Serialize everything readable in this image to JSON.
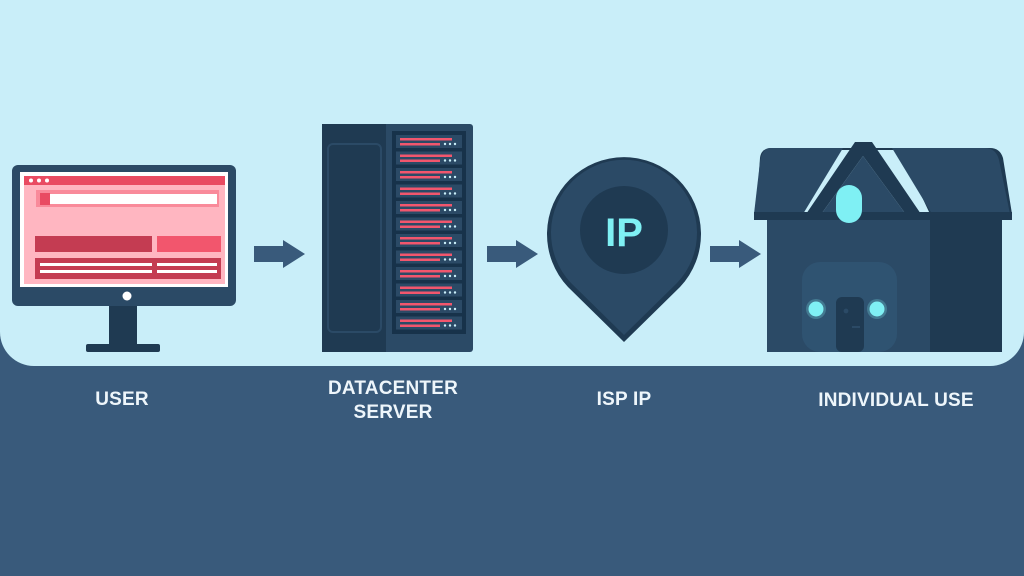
{
  "diagram": {
    "nodes": [
      {
        "id": "user",
        "label_lines": [
          "USER"
        ]
      },
      {
        "id": "datacenter-server",
        "label_lines": [
          "DATACENTER",
          "SERVER"
        ]
      },
      {
        "id": "isp-ip",
        "label_lines": [
          "ISP IP"
        ],
        "badge": "IP"
      },
      {
        "id": "individual-use",
        "label_lines": [
          "INDIVIDUAL USE"
        ]
      }
    ],
    "edges": [
      {
        "from": "user",
        "to": "datacenter-server"
      },
      {
        "from": "datacenter-server",
        "to": "isp-ip"
      },
      {
        "from": "isp-ip",
        "to": "individual-use"
      }
    ],
    "icons": [
      "monitor-icon",
      "server-rack-icon",
      "location-pin-icon",
      "house-icon"
    ],
    "colors": {
      "background_top": "#c9eef9",
      "background_bottom": "#395a7b",
      "icon_dark": "#2b4a66",
      "icon_darker": "#1f3a52",
      "accent_pink": "#f2566d",
      "glow": "#7ff0f4",
      "label": "#eef6fb"
    }
  }
}
